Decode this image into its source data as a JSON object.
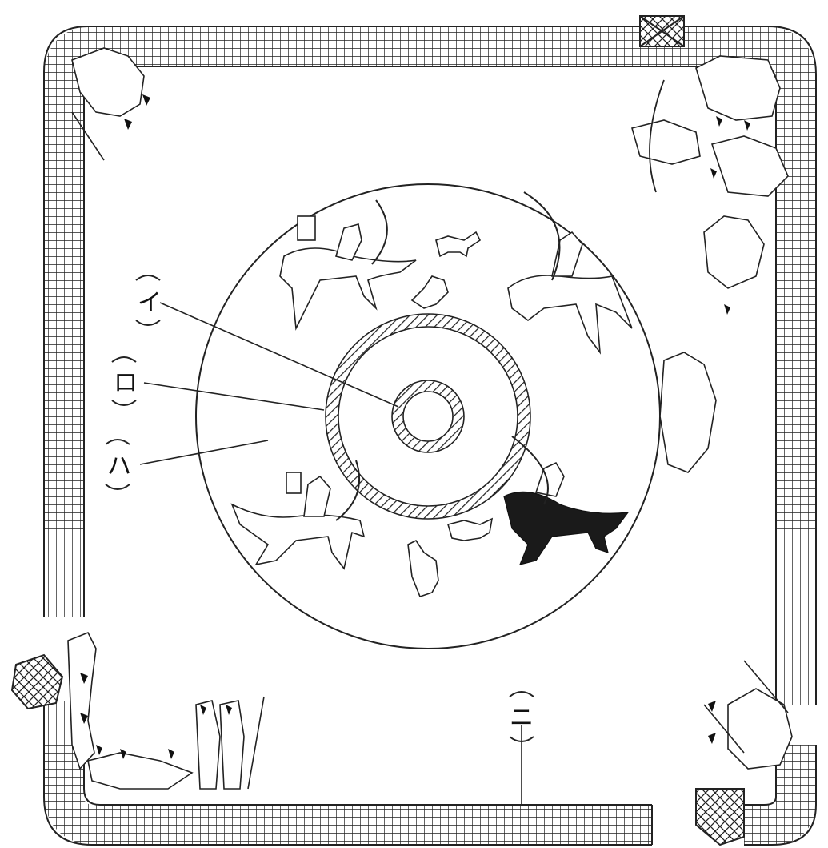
{
  "labels": {
    "i": "イ",
    "ro": "ロ",
    "ha": "ハ",
    "ni": "ニ"
  },
  "colors": {
    "ink": "#222222",
    "paper": "#ffffff"
  }
}
